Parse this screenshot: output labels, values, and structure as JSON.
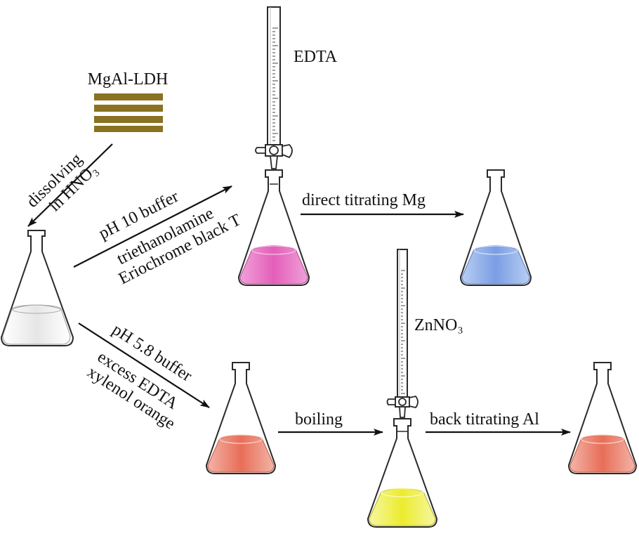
{
  "labels": {
    "ldh": "MgAl-LDH",
    "dissolving_1": "dissolving",
    "dissolving_2": "in HNO₃",
    "ph10_1": "pH 10 buffer",
    "ph10_2": "triethanolamine",
    "ph10_3": "Eriochrome black T",
    "edta": "EDTA",
    "direct": "direct titrating Mg",
    "ph58_1": "pH 5.8 buffer",
    "ph58_2": "excess EDTA",
    "ph58_3": "xylenol orange",
    "boiling": "boiling",
    "zinc": "ZnNO₃",
    "back": "back titrating Al"
  },
  "colors": {
    "ldh_layers": "#8a7222",
    "pink_solution": "#e06cbc",
    "blue_solution": "#86a8e6",
    "orange_solution": "#e87a66",
    "yellow_solution": "#eeee3c",
    "clear_solution": "#ececec"
  }
}
